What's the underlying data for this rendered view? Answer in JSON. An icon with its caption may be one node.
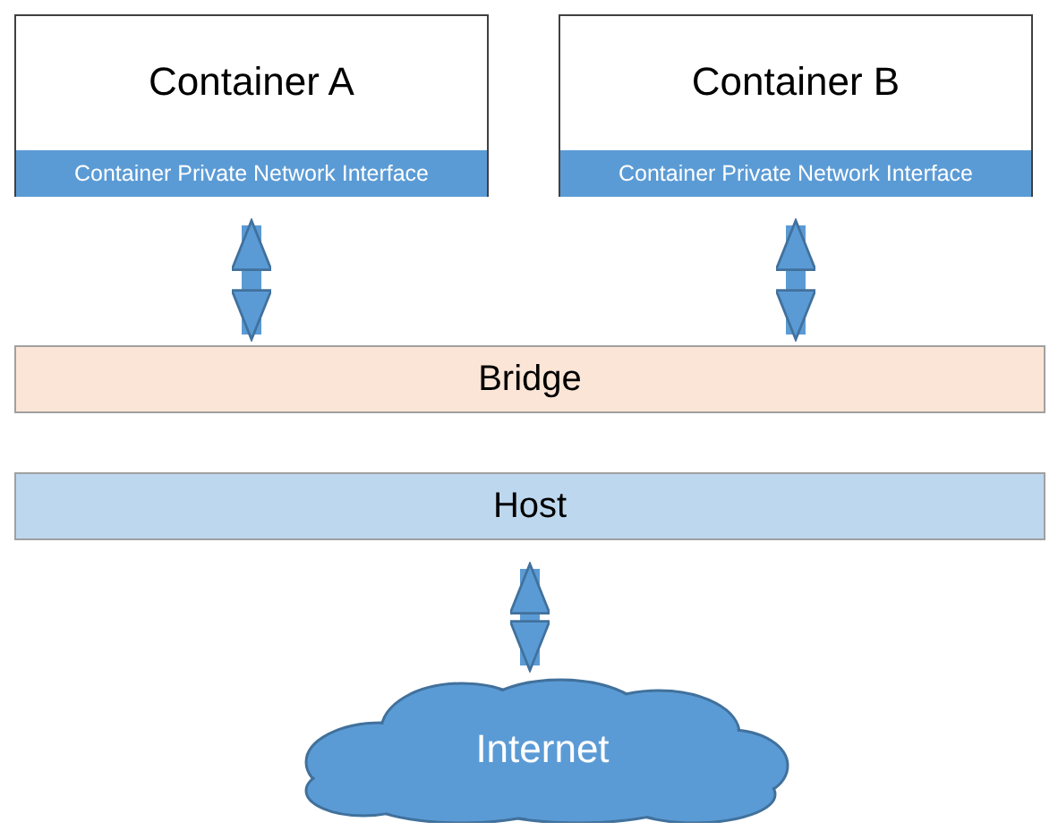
{
  "diagram": {
    "nodes": [
      {
        "text": [
          "Container A"
        ]
      },
      {
        "text": [
          "Container Private Network Interface"
        ],
        "in": 0
      },
      {
        "text": [
          "Container B"
        ]
      },
      {
        "text": [
          "Container Private Network Interface"
        ],
        "in": 2
      },
      {
        "text": [
          "Bridge"
        ]
      },
      {
        "text": [
          "Host"
        ]
      },
      {
        "text": [
          "Internet"
        ]
      }
    ],
    "edges": [
      {
        "from": 1,
        "to": 4,
        "arrow": "both"
      },
      {
        "from": 3,
        "to": 4,
        "arrow": "both"
      },
      {
        "from": 5,
        "to": 6,
        "arrow": "both"
      }
    ]
  }
}
